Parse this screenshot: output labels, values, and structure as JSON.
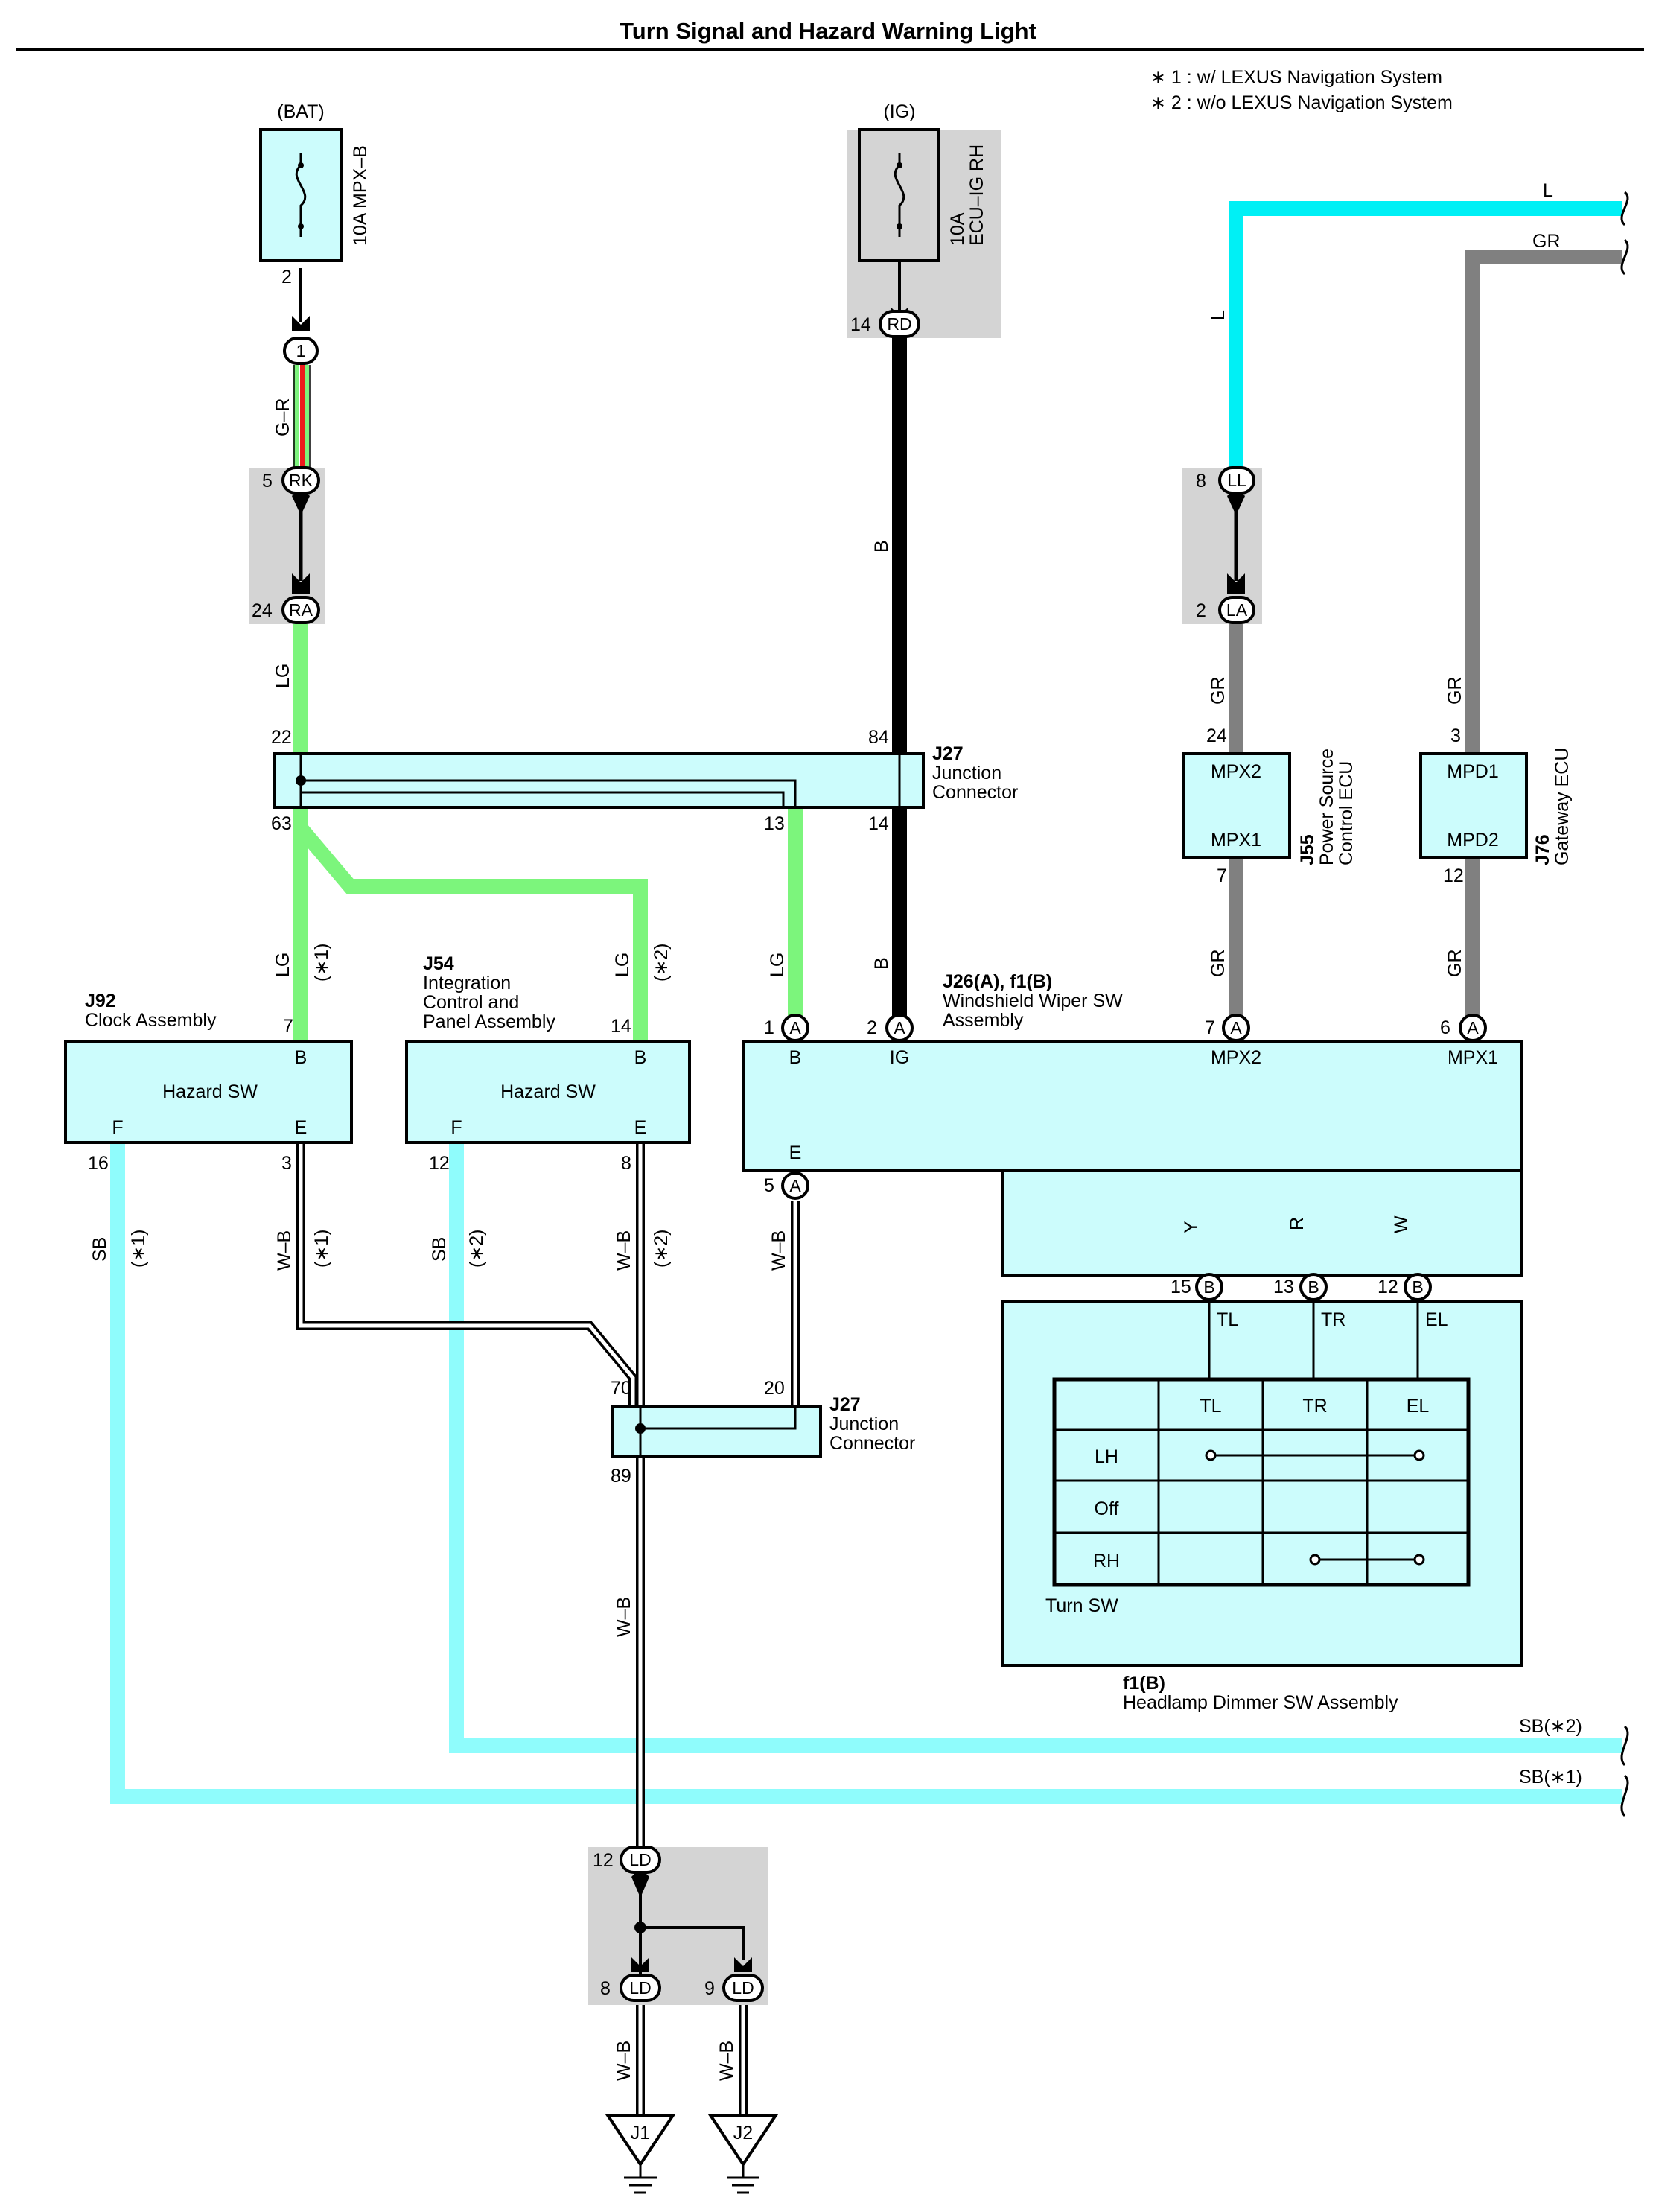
{
  "title": "Turn Signal and Hazard Warning Light",
  "notes": [
    "∗ 1 : w/ LEXUS Navigation System",
    "∗ 2 : w/o LEXUS Navigation System"
  ],
  "colors": {
    "LG": "#7cf57c",
    "L": "#00f0f5",
    "SB": "#8ffcfc",
    "GR": "#808080",
    "B": "#000000",
    "Y": "#f7dc00",
    "R": "#ee1c1c",
    "box_fill": "#ccfcfc",
    "shade": "#d4d4d4"
  },
  "fuses": {
    "bat": {
      "source": "(BAT)",
      "name": "10A MPX–B",
      "pin": "2"
    },
    "ig": {
      "source": "(IG)",
      "name_line1": "10A",
      "name_line2": "ECU–IG RH",
      "pin": "14",
      "conn": "RD"
    }
  },
  "connectors": {
    "c1": "1",
    "rk": {
      "pin": "5",
      "code": "RK"
    },
    "ra": {
      "pin": "24",
      "code": "RA"
    },
    "ll": {
      "pin": "8",
      "code": "LL"
    },
    "la": {
      "pin": "2",
      "code": "LA"
    },
    "ld12": {
      "pin": "12",
      "code": "LD"
    },
    "ld8": {
      "pin": "8",
      "code": "LD"
    },
    "ld9": {
      "pin": "9",
      "code": "LD"
    },
    "a1": {
      "pin": "1",
      "code": "A"
    },
    "a2": {
      "pin": "2",
      "code": "A"
    },
    "a7": {
      "pin": "7",
      "code": "A"
    },
    "a6": {
      "pin": "6",
      "code": "A"
    },
    "a5": {
      "pin": "5",
      "code": "A"
    },
    "b15": {
      "pin": "15",
      "code": "B"
    },
    "b13": {
      "pin": "13",
      "code": "B"
    },
    "b12": {
      "pin": "12",
      "code": "B"
    }
  },
  "wire_labels": {
    "gr_fuse": "G–R",
    "lg_upper": "LG",
    "b_ig": "B",
    "l_vert": "L",
    "l_top": "L",
    "gr_top": "GR",
    "gr_la": "GR",
    "gr_j76": "GR",
    "lg_j92": "LG",
    "lg_j54": "LG",
    "lg_j26": "LG",
    "b_j26": "B",
    "gr_j55b": "GR",
    "gr_j76b": "GR",
    "sb1": "SB",
    "wb1": "W–B",
    "sb2": "SB",
    "wb2": "W–B",
    "wb_j26": "W–B",
    "wb_main": "W–B",
    "wb_j1": "W–B",
    "wb_j2": "W–B",
    "y": "Y",
    "r": "R",
    "w": "W",
    "sb2_end": "SB(∗2)",
    "sb1_end": "SB(∗1)",
    "n1_j92": "(∗1)",
    "n2_j54": "(∗2)",
    "n1_sb": "(∗1)",
    "n1_wb": "(∗1)",
    "n2_sb": "(∗2)",
    "n2_wb": "(∗2)"
  },
  "j27_top": {
    "id": "J27",
    "line1": "Junction",
    "line2": "Connector",
    "pin22": "22",
    "pin84": "84",
    "pin63": "63",
    "pin13": "13",
    "pin14": "14"
  },
  "j27_bottom": {
    "id": "J27",
    "line1": "Junction",
    "line2": "Connector",
    "pin70": "70",
    "pin20": "20",
    "pin89": "89"
  },
  "j55": {
    "id": "J55",
    "line1": "Power Source",
    "line2": "Control ECU",
    "t1": "MPX2",
    "t2": "MPX1",
    "pin24": "24",
    "pin7": "7"
  },
  "j76": {
    "id": "J76",
    "line1": "Gateway ECU",
    "t1": "MPD1",
    "t2": "MPD2",
    "pin3": "3",
    "pin12": "12"
  },
  "j92": {
    "id": "J92",
    "line1": "Clock Assembly",
    "center": "Hazard SW",
    "b": "B",
    "f": "F",
    "e": "E",
    "pin7": "7",
    "pin16": "16",
    "pin3": "3"
  },
  "j54": {
    "id": "J54",
    "line1": "Integration",
    "line2": "Control and",
    "line3": "Panel Assembly",
    "center": "Hazard SW",
    "b": "B",
    "f": "F",
    "e": "E",
    "pin14": "14",
    "pin12": "12",
    "pin8": "8"
  },
  "j26": {
    "id": "J26(A), f1(B)",
    "line1": "Windshield Wiper SW",
    "line2": "Assembly",
    "b": "B",
    "ig": "IG",
    "mpx2": "MPX2",
    "mpx1": "MPX1",
    "e": "E"
  },
  "f1": {
    "id": "f1(B)",
    "line1": "Headlamp Dimmer SW Assembly",
    "tl": "TL",
    "tr": "TR",
    "el": "EL",
    "table_caption": "Turn SW",
    "cols": [
      "TL",
      "TR",
      "EL"
    ],
    "rows": [
      "LH",
      "Off",
      "RH"
    ]
  },
  "grounds": {
    "j1": "J1",
    "j2": "J2"
  }
}
